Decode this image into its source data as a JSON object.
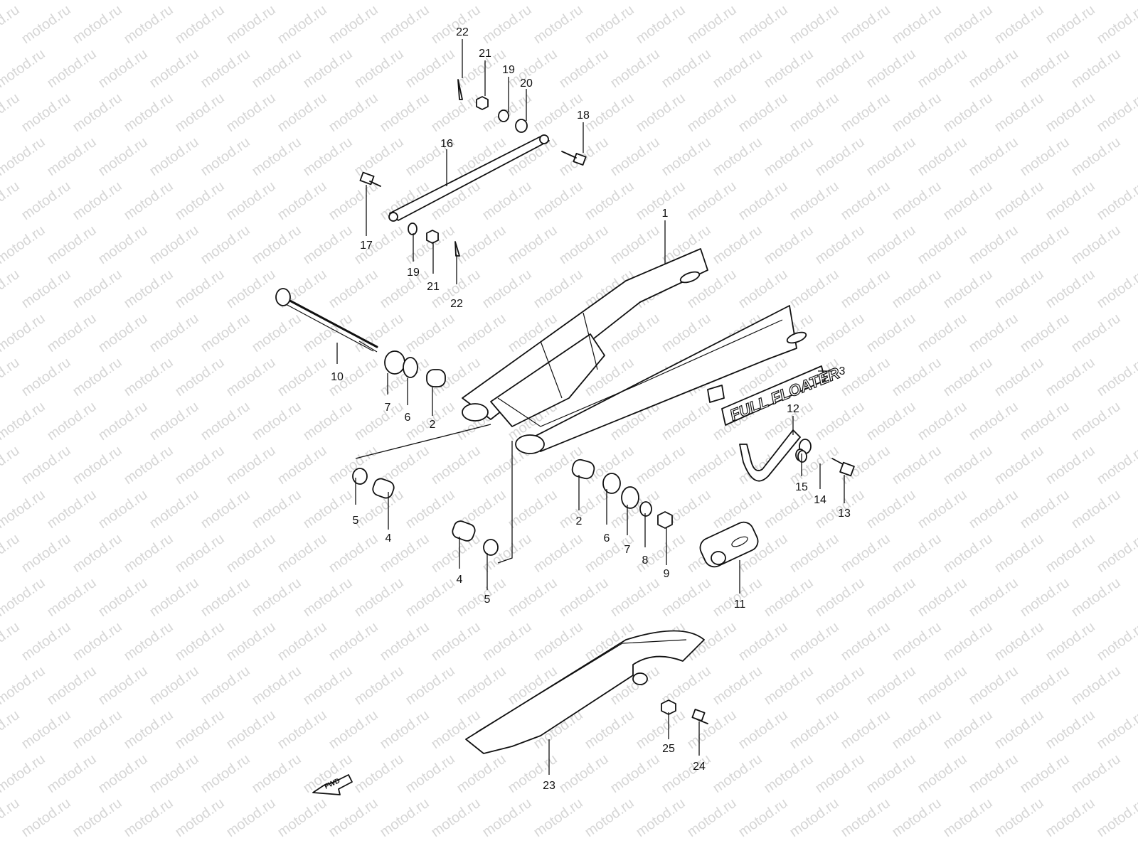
{
  "watermark": {
    "text": "motod.ru"
  },
  "decal_text": "FULL FLOATER",
  "fwd_label": "FWD",
  "parts": [
    {
      "number": "1"
    },
    {
      "number": "2"
    },
    {
      "number": "3"
    },
    {
      "number": "4"
    },
    {
      "number": "5"
    },
    {
      "number": "6"
    },
    {
      "number": "7"
    },
    {
      "number": "8"
    },
    {
      "number": "9"
    },
    {
      "number": "10"
    },
    {
      "number": "11"
    },
    {
      "number": "12"
    },
    {
      "number": "13"
    },
    {
      "number": "14"
    },
    {
      "number": "15"
    },
    {
      "number": "16"
    },
    {
      "number": "17"
    },
    {
      "number": "18"
    },
    {
      "number": "19"
    },
    {
      "number": "20"
    },
    {
      "number": "21"
    },
    {
      "number": "22"
    },
    {
      "number": "23"
    },
    {
      "number": "24"
    },
    {
      "number": "25"
    }
  ],
  "colors": {
    "line": "#111111",
    "watermark": "#d6d6d6",
    "background": "#ffffff"
  }
}
